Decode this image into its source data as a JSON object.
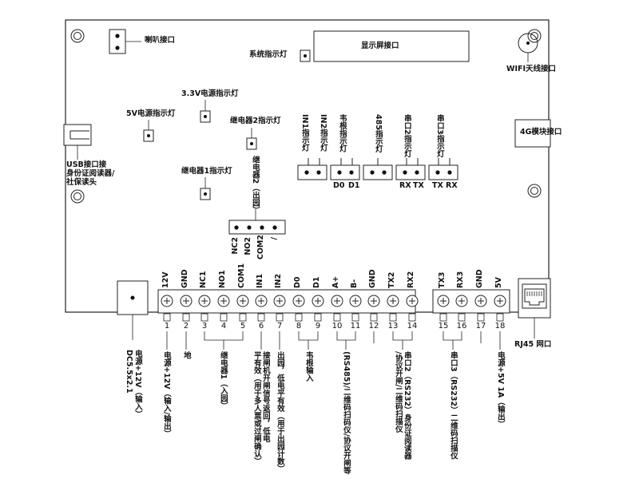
{
  "components": {
    "speaker": "喇叭接口",
    "system_led": "系统指示灯",
    "display": "显示屏接口",
    "wifi": "WIFI天线接口",
    "v33_led": "3.3V电源指示灯",
    "v5_led": "5V电源指示灯",
    "relay2_led": "继电器2指示灯",
    "relay1_led": "继电器1指示灯",
    "usb": "USB接口接\n身份证阅读器/\n社保读头",
    "module4g": "4G模块接口",
    "relay2_out": "继电器2（出园）",
    "rj45": "RJ45 网口"
  },
  "indicators": {
    "in1": "IN1指示灯",
    "in2": "IN2指示灯",
    "wiegand": "韦根指示灯",
    "rs485": "485指示灯",
    "uart2": "串口2指示灯",
    "uart3": "串口3指示灯"
  },
  "header_pins": {
    "wiegand": [
      "D0",
      "D1"
    ],
    "uart2": [
      "RX",
      "TX"
    ],
    "uart3": [
      "TX",
      "RX"
    ],
    "relay2": [
      "NC2",
      "NO2",
      "COM2",
      "/"
    ]
  },
  "terminal_labels": [
    "12V",
    "GND",
    "NC1",
    "NO1",
    "COM1",
    "IN1",
    "IN2",
    "D0",
    "D1",
    "A+",
    "B-",
    "GND",
    "TX2",
    "RX2",
    "TX3",
    "RX3",
    "GND",
    "5V"
  ],
  "terminal_numbers": [
    "1",
    "2",
    "3",
    "4",
    "5",
    "6",
    "7",
    "8",
    "9",
    "10",
    "11",
    "12",
    "13",
    "14",
    "15",
    "16",
    "17",
    "18"
  ],
  "descriptions": {
    "power_in": "电源+12V（输入）\nDC5.5x2.1",
    "t1": "电源+12V（输入/输出）",
    "t2": "地",
    "t345": "继电器1（入园）",
    "t6": "接闸机开闸信号返回，低电\n平有效（用于多人票或过闸确认）",
    "t7": "出园，低电平有效（用于出园计数）",
    "t89": "韦根输入",
    "t1011": "(RS485)/二维码扫码仪/协议开闸等",
    "t1314": "串口2（RS232）身份证阅读器\n/协议开闸/二维码扫描仪",
    "t1516": "串口3（RS232）二维码扫描仪",
    "t18": "电源+5V 1A（输出）"
  }
}
